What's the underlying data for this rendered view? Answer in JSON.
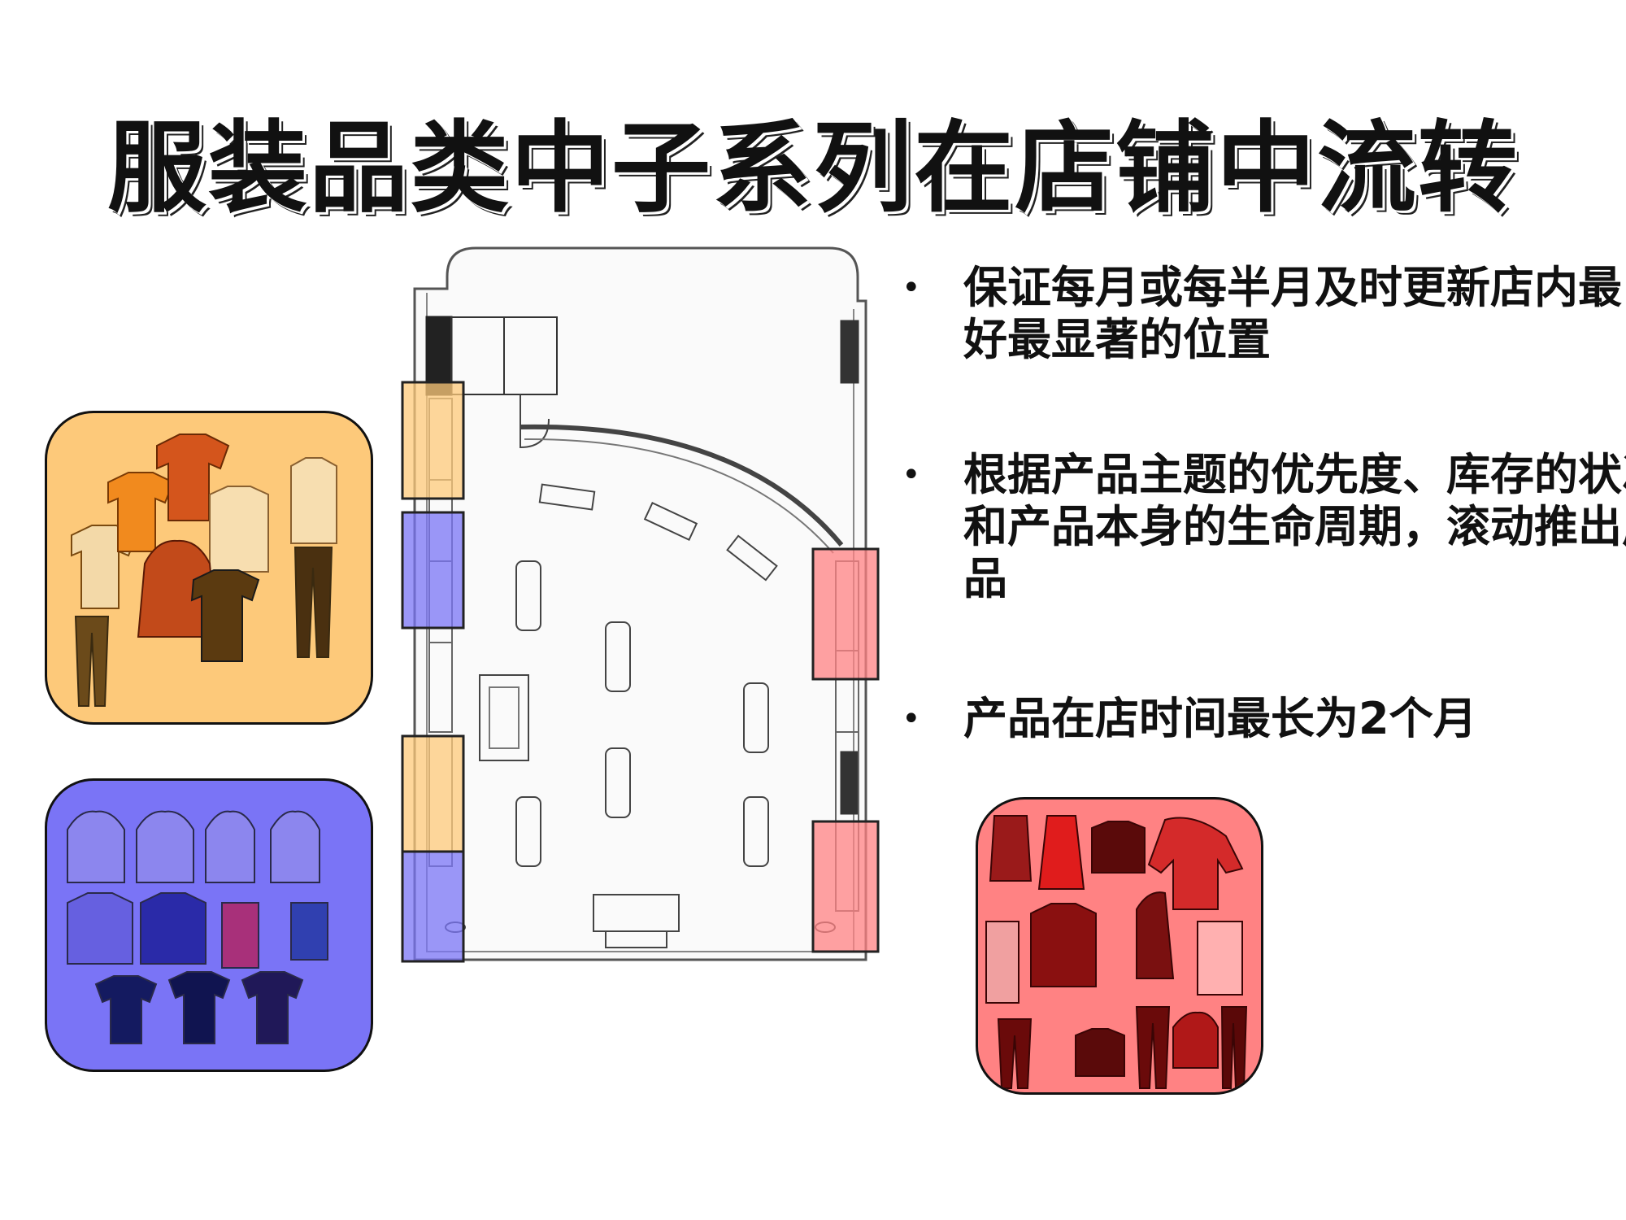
{
  "slide": {
    "title": "服装品类中子系列在店铺中流转",
    "bullets": [
      {
        "text": "保证每月或每半月及时更新店内最好最显著的位置"
      },
      {
        "text": "根据产品主题的优先度、库存的状况和产品本身的生命周期，滚动推出产品"
      },
      {
        "text": "产品在店时间最长为2个月"
      }
    ],
    "bullet_symbol": "•"
  },
  "colors": {
    "orange_zone": "#fdc97a",
    "blue_zone": "#7a74f6",
    "red_zone": "#ff8283"
  },
  "icons": [
    "tshirt-icon",
    "jacket-icon",
    "hoodie-icon",
    "pants-icon",
    "door-icon",
    "display-table-icon"
  ]
}
